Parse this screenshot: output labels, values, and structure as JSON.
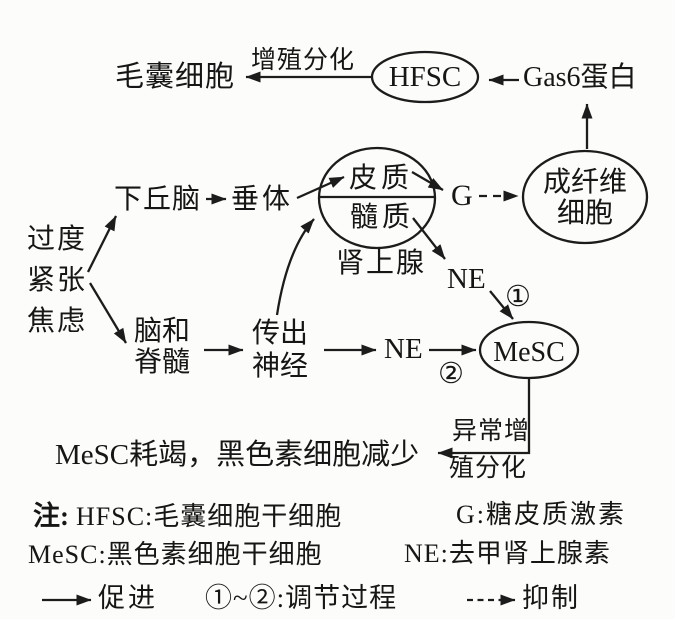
{
  "figure": {
    "nodes": {
      "hair_follicle_cells": "毛囊细胞",
      "proliferate_label": "增殖分化",
      "hfsc": "HFSC",
      "gas6_protein": "Gas6蛋白",
      "hypothalamus": "下丘脑",
      "pituitary": "垂体",
      "cortex": "皮质",
      "medulla": "髓质",
      "adrenal_gland": "肾上腺",
      "glucocorticoid": "G",
      "fibroblast_line1": "成纤维",
      "fibroblast_line2": "细胞",
      "stress_line1": "过度",
      "stress_line2": "紧张",
      "stress_line3": "焦虑",
      "brain_line1": "脑和",
      "brain_line2": "脊髓",
      "efferent_line1": "传出",
      "efferent_line2": "神经",
      "ne_upper": "NE",
      "ne_lower": "NE",
      "step1": "①",
      "step2": "②",
      "mesc": "MeSC",
      "abnormal_line1": "异常增",
      "abnormal_line2": "殖分化",
      "depletion": "MeSC耗竭，黑色素细胞减少"
    },
    "notes": {
      "prefix": "注:",
      "hfsc_def": "HFSC:毛囊细胞干细胞",
      "g_def": "G:糖皮质激素",
      "mesc_def": "MeSC:黑色素细胞干细胞",
      "ne_def": "NE:去甲肾上腺素",
      "promote": "促进",
      "steps": "①~②:调节过程",
      "inhibit": "抑制"
    },
    "colors": {
      "ink": "#1c1c1c",
      "background": "#fcfcfa"
    }
  }
}
